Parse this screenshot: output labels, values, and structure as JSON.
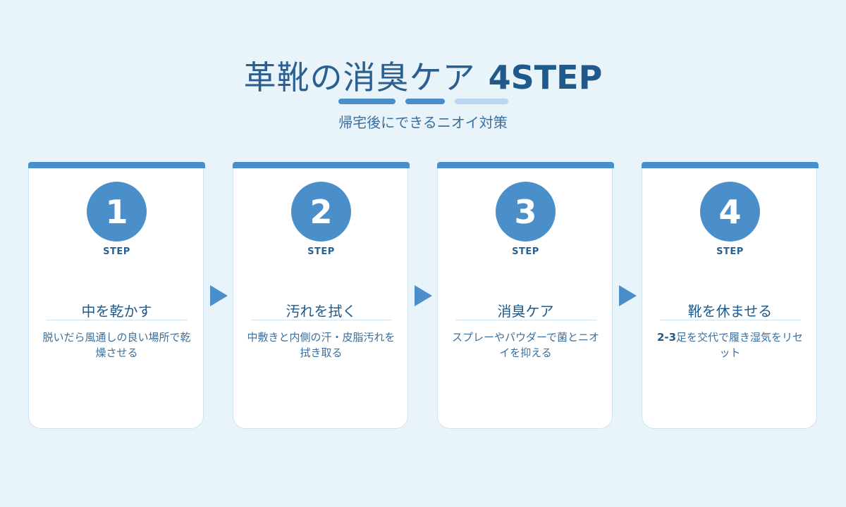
{
  "header": {
    "title_jp": "革靴の消臭ケア",
    "title_en": "4STEP",
    "subtitle": "帰宅後にできるニオイ対策"
  },
  "steps": [
    {
      "number": "1",
      "label": "STEP",
      "title": "中を乾かす",
      "desc": "脱いだら風通しの良い場所で乾燥させる"
    },
    {
      "number": "2",
      "label": "STEP",
      "title": "汚れを拭く",
      "desc": "中敷きと内側の汗・皮脂汚れを拭き取る"
    },
    {
      "number": "3",
      "label": "STEP",
      "title": "消臭ケア",
      "desc": "スプレーやパウダーで菌とニオイを抑える"
    },
    {
      "number": "4",
      "label": "STEP",
      "title": "靴を休ませる",
      "desc_bold": "2-3",
      "desc": "足を交代で履き湿気をリセット"
    }
  ],
  "colors": {
    "accent": "#4a8fc9",
    "accent_light": "#b9d7ee",
    "background": "#e8f3fa",
    "text": "#1f5a8b"
  }
}
